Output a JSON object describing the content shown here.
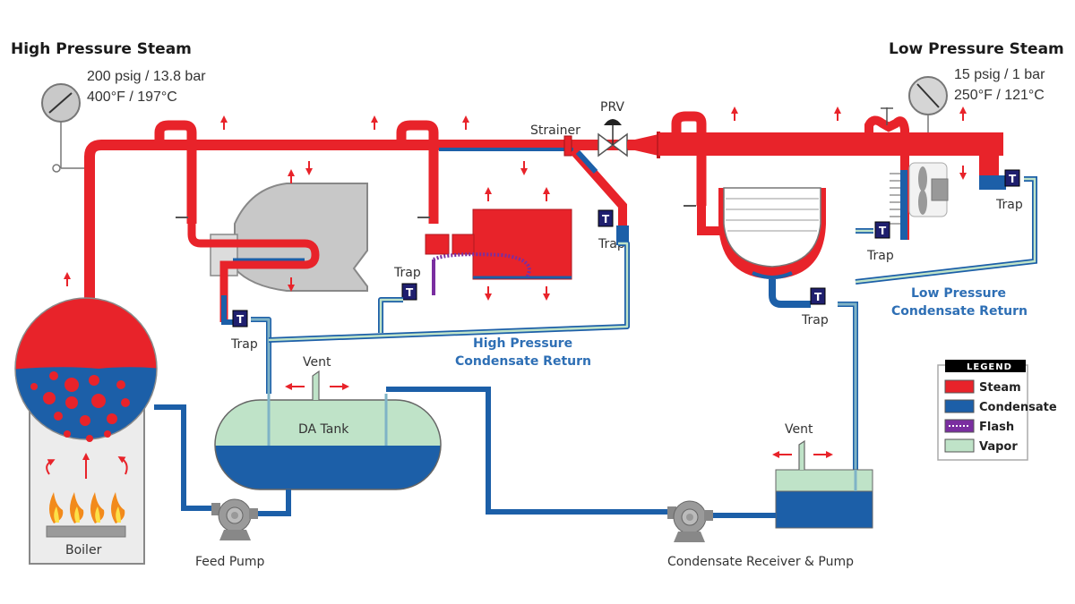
{
  "colors": {
    "steam": "#e8232a",
    "condensate": "#1c5fa8",
    "flash": "#7a2ea0",
    "vapor": "#bfe3c8",
    "trap": "#1f1f6e",
    "equipment_gray": "#c8c8c8",
    "return_line": "#7fb3c6"
  },
  "headers": {
    "high_pressure": {
      "title": "High Pressure Steam",
      "pressure": "200 psig / 13.8 bar",
      "temperature": "400°F / 197°C"
    },
    "low_pressure": {
      "title": "Low Pressure Steam",
      "pressure": "15 psig / 1 bar",
      "temperature": "250°F / 121°C"
    }
  },
  "components": {
    "strainer": "Strainer",
    "prv": "PRV",
    "trap": "Trap",
    "trap_symbol": "T",
    "vent": "Vent",
    "da_tank": "DA Tank",
    "boiler": "Boiler",
    "feed_pump": "Feed Pump",
    "condensate_receiver": "Condensate Receiver & Pump"
  },
  "returns": {
    "high_pressure": [
      "High Pressure",
      "Condensate Return"
    ],
    "low_pressure": [
      "Low Pressure",
      "Condensate Return"
    ]
  },
  "legend": {
    "title": "LEGEND",
    "items": [
      {
        "label": "Steam",
        "key": "steam"
      },
      {
        "label": "Condensate",
        "key": "condensate"
      },
      {
        "label": "Flash",
        "key": "flash"
      },
      {
        "label": "Vapor",
        "key": "vapor"
      }
    ]
  }
}
